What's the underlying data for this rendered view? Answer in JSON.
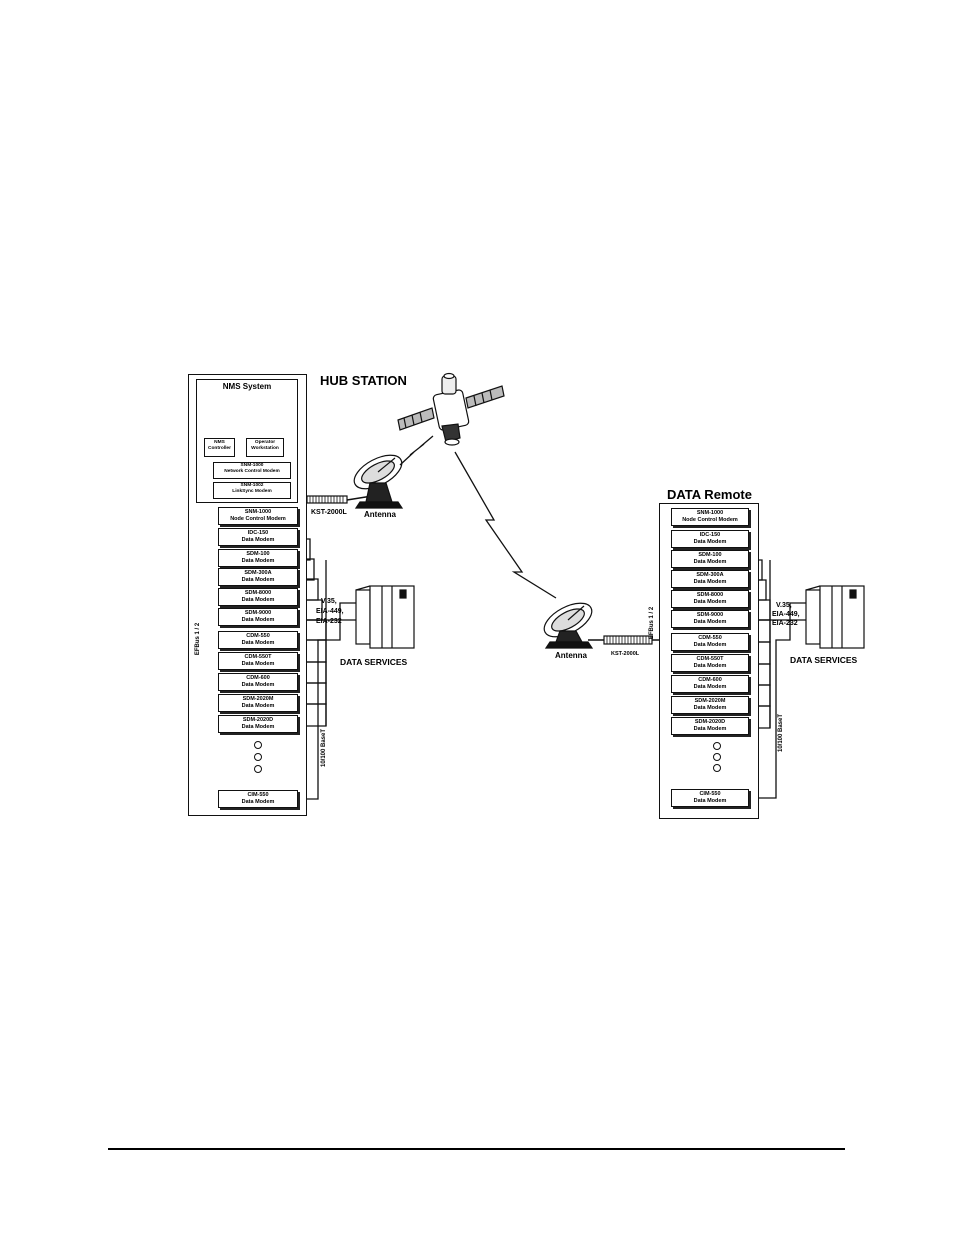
{
  "hub": {
    "title": "HUB STATION",
    "nms": {
      "title": "NMS System",
      "controller": "NMS Controller",
      "workstation": "Operator Workstation",
      "ncm": [
        "SNM-1000",
        "Network Control Modem"
      ],
      "linksync": [
        "SNM-1002",
        "LinkSync Modem"
      ]
    },
    "modems": [
      [
        "SNM-1000",
        "Node Control Modem"
      ],
      [
        "IDC-150",
        "Data Modem"
      ],
      [
        "SDM-100",
        "Data Modem"
      ],
      [
        "SDM-300A",
        "Data Modem"
      ],
      [
        "SDM-8000",
        "Data Modem"
      ],
      [
        "SDM-9000",
        "Data Modem"
      ],
      [
        "CDM-550",
        "Data Modem"
      ],
      [
        "CDM-550T",
        "Data Modem"
      ],
      [
        "CDM-600",
        "Data Modem"
      ],
      [
        "SDM-2020M",
        "Data Modem"
      ],
      [
        "SDM-2020D",
        "Data Modem"
      ]
    ],
    "cim": [
      "CIM-550",
      "Data Modem"
    ],
    "bus_label": "EFBus 1 / 2",
    "ethernet_label": "10/100 BaseT",
    "interfaces": [
      "V.35,",
      "EIA-449,",
      "EIA-232"
    ],
    "kst_label": "KST-2000L",
    "antenna_label": "Antenna",
    "services_label": "DATA SERVICES"
  },
  "remote": {
    "title": "DATA Remote",
    "modems": [
      [
        "SNM-1000",
        "Node Control Modem"
      ],
      [
        "IDC-150",
        "Data Modem"
      ],
      [
        "SDM-100",
        "Data Modem"
      ],
      [
        "SDM-300A",
        "Data Modem"
      ],
      [
        "SDM-8000",
        "Data Modem"
      ],
      [
        "SDM-9000",
        "Data Modem"
      ],
      [
        "CDM-550",
        "Data Modem"
      ],
      [
        "CDM-550T",
        "Data Modem"
      ],
      [
        "CDM-600",
        "Data Modem"
      ],
      [
        "SDM-2020M",
        "Data Modem"
      ],
      [
        "SDM-2020D",
        "Data Modem"
      ]
    ],
    "cim": [
      "CIM-550",
      "Data Modem"
    ],
    "bus_label": "EFBus 1 / 2",
    "ethernet_label": "10/100 BaseT",
    "interfaces": [
      "V.35,",
      "EIA-449,",
      "EIA-232"
    ],
    "kst_label": "KST-2000L",
    "antenna_label": "Antenna",
    "services_label": "DATA SERVICES"
  }
}
